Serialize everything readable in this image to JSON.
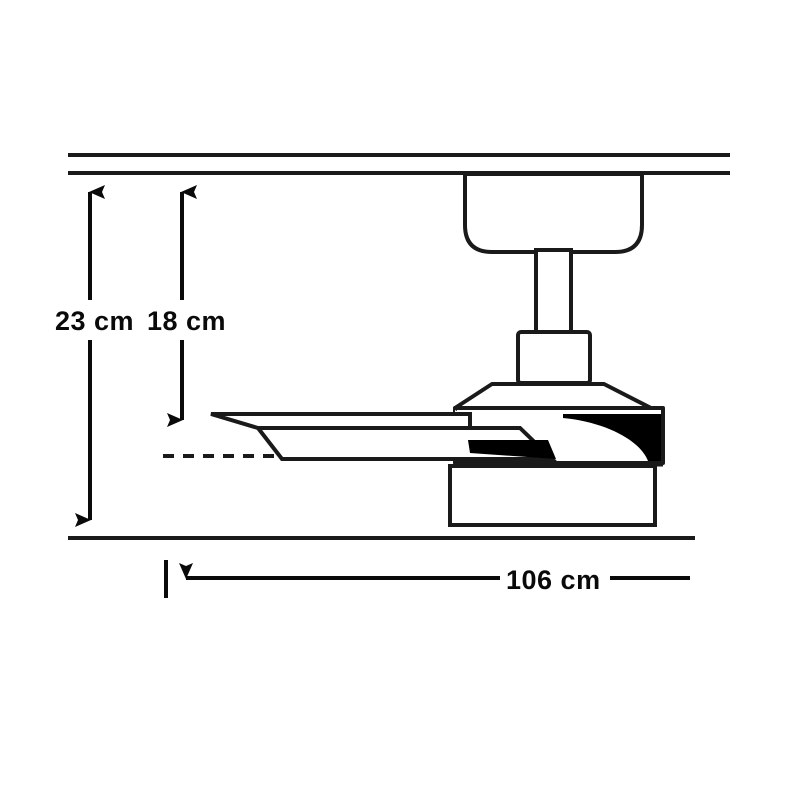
{
  "drawing": {
    "title": "Ceiling fan dimensional side elevation",
    "background_color": "#ffffff",
    "line_color": "#1a1a1a",
    "fill_color": "#ffffff",
    "accent_fill": "#000000"
  },
  "dimensions": {
    "total_drop": {
      "label": "23 cm",
      "description": "ceiling to bottom of fan",
      "arrow_direction": "vertical-both"
    },
    "blade_drop": {
      "label": "18 cm",
      "description": "ceiling to blade plane",
      "arrow_direction": "vertical-down"
    },
    "blade_span": {
      "label": "106 cm",
      "description": "overall blade sweep diameter",
      "arrow_direction": "horizontal-left"
    }
  },
  "components": {
    "ceiling_line_upper": "ceiling-surface-line",
    "ceiling_line_lower": "ceiling-mount-line",
    "canopy": "ceiling-canopy-dome",
    "downrod": "downrod",
    "coupling": "downrod-coupling-box",
    "motor_top": "motor-housing-top-trapezoid",
    "motor_body": "motor-housing-body",
    "motor_accent": "motor-housing-shading",
    "blade_upper": "fan-blade-upper",
    "blade_lower": "fan-blade-lower",
    "light_kit": "light-kit-housing",
    "floor_line": "floor-reference-line",
    "blade_plane_line": "blade-plane-dashed-reference"
  }
}
